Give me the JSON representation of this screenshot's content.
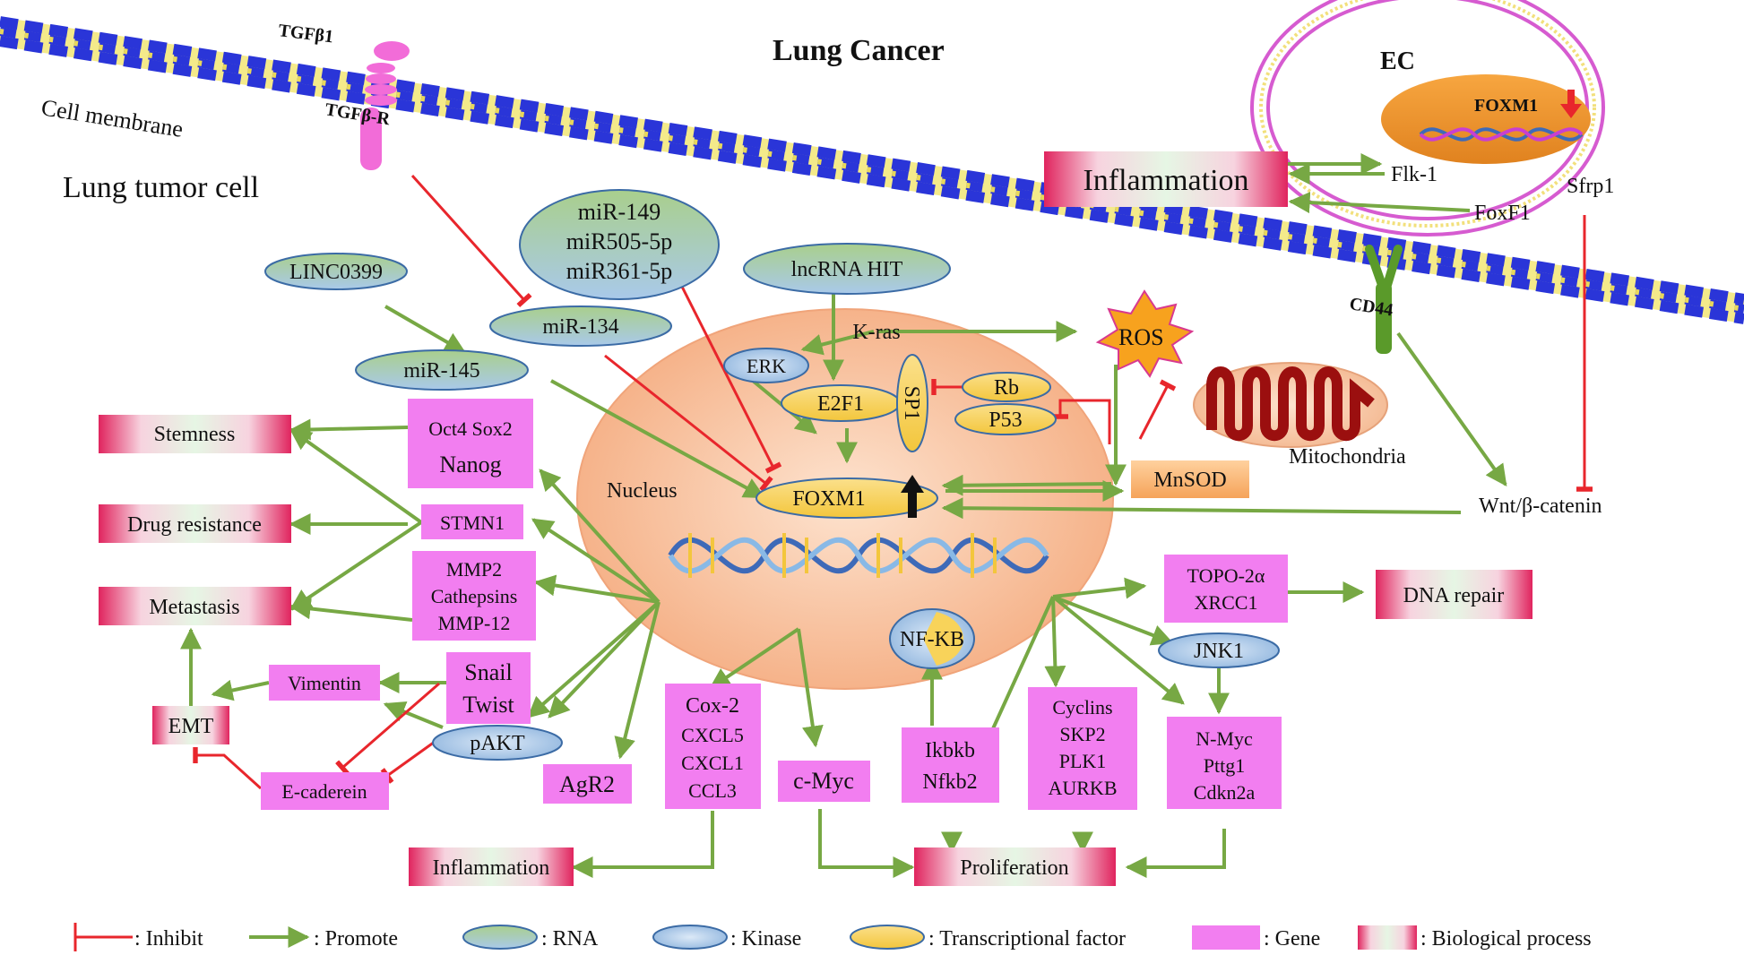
{
  "title": "Lung Cancer",
  "labels": {
    "tgfb1": "TGFβ1",
    "tgfbr": "TGFβ-R",
    "cell_membrane": "Cell membrane",
    "lung_tumor_cell": "Lung tumor cell",
    "ec": "EC",
    "ec_foxm1": "FOXM1",
    "cd44": "CD44",
    "mitochondria": "Mitochondria",
    "nucleus": "Nucleus",
    "ros": "ROS",
    "flk1": "Flk-1",
    "foxf1": "FoxF1",
    "sfrp1": "Sfrp1",
    "wnt": "Wnt/β-catenin",
    "kras": "K-ras"
  },
  "rna": {
    "linc0399": "LINC0399",
    "mir149_1": "miR-149",
    "mir149_2": "miR505-5p",
    "mir149_3": "miR361-5p",
    "lncrna_hit": "lncRNA HIT",
    "mir134": "miR-134",
    "mir145": "miR-145"
  },
  "kinases": {
    "erk": "ERK",
    "pakt": "pAKT",
    "jnk1": "JNK1",
    "nfkb": "NF-KB"
  },
  "tfs": {
    "e2f1": "E2F1",
    "sp1": "SP1",
    "rb": "Rb",
    "p53": "P53",
    "foxm1": "FOXM1",
    "mnsod": "MnSOD"
  },
  "genes": {
    "oct4": "Oct4  Sox2",
    "nanog": "Nanog",
    "stmn1": "STMN1",
    "mmp": [
      "MMP2",
      "Cathepsins",
      "MMP-12"
    ],
    "snail": [
      "Snail",
      "Twist"
    ],
    "vimentin": "Vimentin",
    "ecad": "E-caderein",
    "agr2": "AgR2",
    "cox": [
      "Cox-2",
      "CXCL5",
      "CXCL1",
      "CCL3"
    ],
    "cmyc": "c-Myc",
    "ikbkb": [
      "Ikbkb",
      "Nfkb2"
    ],
    "cyclins": [
      "Cyclins",
      "SKP2",
      "PLK1",
      "AURKB"
    ],
    "nmyc": [
      "N-Myc",
      "Pttg1",
      "Cdkn2a"
    ],
    "topo": [
      "TOPO-2α",
      "XRCC1"
    ]
  },
  "processes": {
    "stemness": "Stemness",
    "drug": "Drug resistance",
    "metastasis": "Metastasis",
    "emt": "EMT",
    "inflammation_top": "Inflammation",
    "inflammation_bottom": "Inflammation",
    "proliferation": "Proliferation",
    "dna_repair": "DNA repair"
  },
  "legend": {
    "inhibit": ": Inhibit",
    "promote": ": Promote",
    "rna": ": RNA",
    "kinase": ": Kinase",
    "tf": ": Transcriptional factor",
    "gene": ": Gene",
    "bio": ": Biological process"
  },
  "colors": {
    "promote": "#77a844",
    "inhibit": "#e8262c",
    "gene": "#f27ef0",
    "process_border": "#e0245e",
    "rna": "#a9cf8c",
    "kinase": "#a9c9ea",
    "tf": "#f8d35a",
    "nucleus": "#f6b28c"
  }
}
